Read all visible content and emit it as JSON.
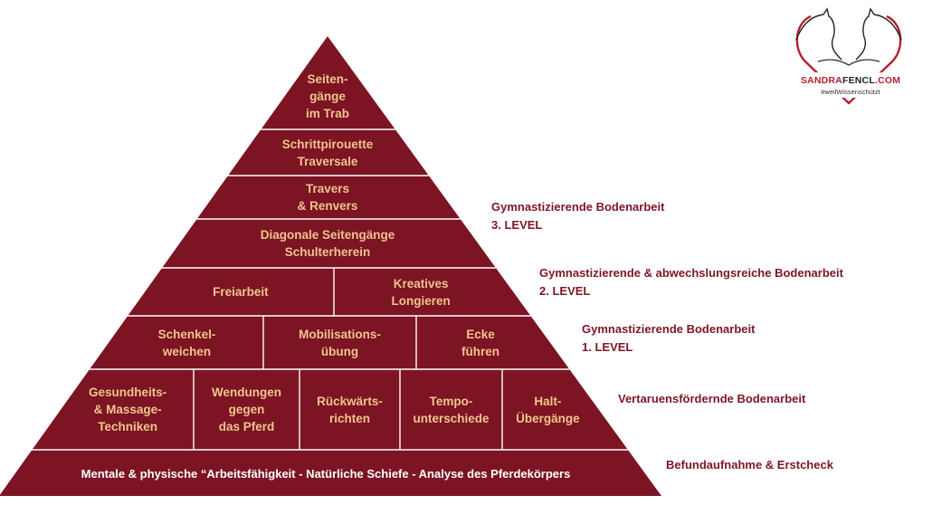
{
  "pyramid": {
    "colors": {
      "fill": "#7c1423",
      "fill_dark": "#5c0d18",
      "text": "#f0c48c",
      "base_text": "#ffffff",
      "line": "#ffffff"
    },
    "levels": [
      {
        "cells": [
          "Seiten-\ngänge\nim Trab"
        ]
      },
      {
        "cells": [
          "Schrittpirouette\nTraversale"
        ]
      },
      {
        "cells": [
          "Travers\n& Renvers"
        ]
      },
      {
        "cells": [
          "Diagonale Seitengänge\nSchulterherein"
        ]
      },
      {
        "cells": [
          "Freiarbeit",
          "Kreatives\nLongieren"
        ]
      },
      {
        "cells": [
          "Schenkel-\nweichen",
          "Mobilisations-\nübung",
          "Ecke\nführen"
        ]
      },
      {
        "cells": [
          "Gesundheits-\n& Massage-\nTechniken",
          "Wendungen\ngegen\ndas Pferd",
          "Rückwärts-\nrichten",
          "Tempo-\nunterschiede",
          "Halt-\nÜbergänge"
        ]
      }
    ],
    "base": "Mentale & physische  “Arbeitsfähigkeit  -  Natürliche Schiefe  -  Analyse des Pferdekörpers"
  },
  "labels": {
    "level3": "Gymnastizierende Bodenarbeit\n   3. LEVEL",
    "level2": "Gymnastizierende & abwechslungsreiche Bodenarbeit\n   2. LEVEL",
    "level1": "Gymnastizierende Bodenarbeit\n   1. LEVEL",
    "trust": "Vertaruensfördernde Bodenarbeit",
    "base": "Befundaufnahme & Erstcheck"
  },
  "logo": {
    "brand_part1": "SANDRA",
    "brand_part2": "FENCL",
    "brand_part3": ".COM",
    "tagline": "#weilWissenschützt",
    "accent_color": "#b51f2e",
    "icon": "horses-heart-icon"
  }
}
